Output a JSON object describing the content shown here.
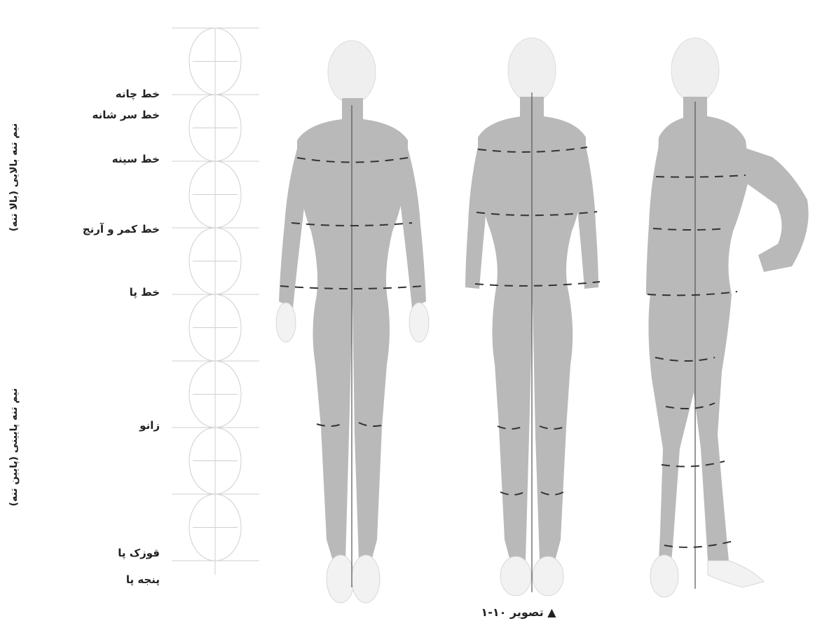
{
  "labels": {
    "chin": "خط چانه",
    "shoulder": "خط سر شانه",
    "chest": "خط سینه",
    "waist_elbow": "خط کمر و آرنج",
    "leg": "خط پا",
    "knee": "زانو",
    "ankle": "قوزک پا",
    "toes": "پنجه پا"
  },
  "side_labels": {
    "upper": "نیم تنه بالایی (بالا تنه)",
    "lower": "نیم تنه پایینی (پایین تنه)"
  },
  "caption": "▲ تصویر ۱۰-۱",
  "colors": {
    "figure": "#b9b9b9",
    "figure_dark": "#a9a9a9",
    "guide": "#cfcfcf",
    "dash": "#333333"
  }
}
